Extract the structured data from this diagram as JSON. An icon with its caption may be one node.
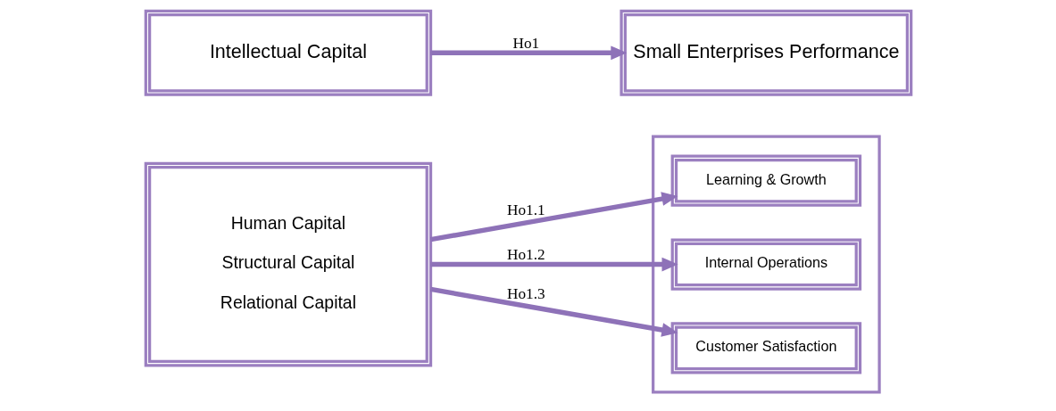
{
  "diagram": {
    "nodes": [
      {
        "text": [
          "Intellectual Capital"
        ]
      },
      {
        "text": [
          "Small Enterprises Performance"
        ]
      },
      {
        "text": [
          "Human Capital",
          "Structural Capital",
          "Relational Capital"
        ]
      },
      {
        "text": [],
        "shape": "box"
      },
      {
        "text": [
          "Learning & Growth"
        ],
        "in": 3
      },
      {
        "text": [
          "Internal Operations"
        ],
        "in": 3
      },
      {
        "text": [
          "Customer Satisfaction"
        ],
        "in": 3
      }
    ],
    "edges": [
      {
        "from": 0,
        "to": 1,
        "arrow": "to",
        "label": "Ho1"
      },
      {
        "from": 2,
        "to": 4,
        "arrow": "to",
        "label": "Ho1.1"
      },
      {
        "from": 2,
        "to": 5,
        "arrow": "to",
        "label": "Ho1.2"
      },
      {
        "from": 2,
        "to": 6,
        "arrow": "to",
        "label": "Ho1.3"
      }
    ]
  }
}
